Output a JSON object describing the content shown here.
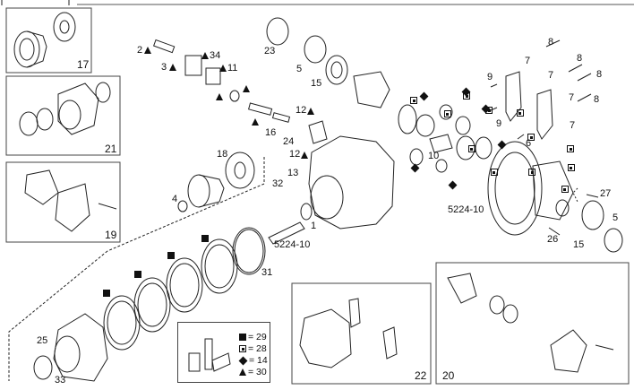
{
  "diagram": {
    "title": "Differential / rear axle exploded parts view",
    "callouts": [
      {
        "id": "c2",
        "text": "2",
        "marker": "triangle"
      },
      {
        "id": "c3",
        "text": "3",
        "marker": "triangle"
      },
      {
        "id": "c34",
        "text": "34",
        "marker": "triangle"
      },
      {
        "id": "c11",
        "text": "11",
        "marker": "triangle"
      },
      {
        "id": "c23",
        "text": "23"
      },
      {
        "id": "c5a",
        "text": "5"
      },
      {
        "id": "c15a",
        "text": "15"
      },
      {
        "id": "c16",
        "text": "16"
      },
      {
        "id": "c12a",
        "text": "12",
        "marker": "triangle"
      },
      {
        "id": "c24",
        "text": "24"
      },
      {
        "id": "c12b",
        "text": "12",
        "marker": "triangle"
      },
      {
        "id": "c18",
        "text": "18"
      },
      {
        "id": "c4",
        "text": "4"
      },
      {
        "id": "c32",
        "text": "32"
      },
      {
        "id": "c13",
        "text": "13"
      },
      {
        "id": "c1",
        "text": "1"
      },
      {
        "id": "c5224a",
        "text": "5224-10"
      },
      {
        "id": "c31",
        "text": "31"
      },
      {
        "id": "c25",
        "text": "25"
      },
      {
        "id": "c33",
        "text": "33"
      },
      {
        "id": "c10",
        "text": "10"
      },
      {
        "id": "c9a",
        "text": "9"
      },
      {
        "id": "c9b",
        "text": "9"
      },
      {
        "id": "c6",
        "text": "6"
      },
      {
        "id": "c8a",
        "text": "8"
      },
      {
        "id": "c8b",
        "text": "8"
      },
      {
        "id": "c8c",
        "text": "8"
      },
      {
        "id": "c8d",
        "text": "8"
      },
      {
        "id": "c7a",
        "text": "7"
      },
      {
        "id": "c7b",
        "text": "7"
      },
      {
        "id": "c7c",
        "text": "7"
      },
      {
        "id": "c7d",
        "text": "7"
      },
      {
        "id": "c5224b",
        "text": "5224-10"
      },
      {
        "id": "c27",
        "text": "27"
      },
      {
        "id": "c26",
        "text": "26"
      },
      {
        "id": "c15b",
        "text": "15"
      },
      {
        "id": "c5b",
        "text": "5"
      }
    ],
    "sub_views": [
      {
        "id": "17",
        "label": "17"
      },
      {
        "id": "21",
        "label": "21"
      },
      {
        "id": "19",
        "label": "19"
      },
      {
        "id": "22",
        "label": "22"
      },
      {
        "id": "20",
        "label": "20"
      }
    ],
    "legend": {
      "items": [
        {
          "symbol": "filled-square",
          "text": "= 29"
        },
        {
          "symbol": "dotted-square",
          "text": "= 28"
        },
        {
          "symbol": "diamond",
          "text": "= 14"
        },
        {
          "symbol": "triangle",
          "text": "= 30"
        }
      ]
    }
  }
}
